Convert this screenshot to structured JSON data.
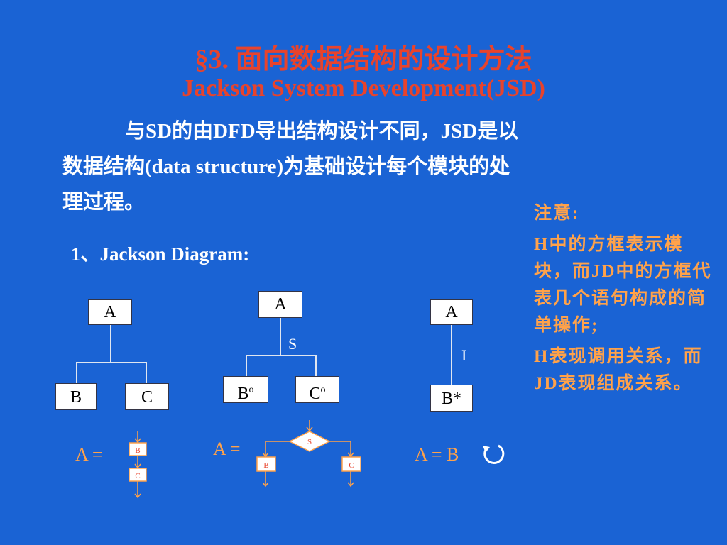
{
  "title": {
    "line1": "§3. 面向数据结构的设计方法",
    "line2": "Jackson System Development(JSD)"
  },
  "intro": {
    "line1": "与SD的由DFD导出结构设计不同，JSD是以",
    "line2": "数据结构(data structure)为基础设计每个模块的处",
    "line3": "理过程。"
  },
  "section_label": "1、Jackson Diagram:",
  "diagram1": {
    "root": "A",
    "left": "B",
    "right": "C",
    "eq": "A =",
    "flow_b": "B",
    "flow_c": "C"
  },
  "diagram2": {
    "root": "A",
    "sel": "S",
    "left": "B",
    "left_sup": "o",
    "right": "C",
    "right_sup": "o",
    "eq": "A =",
    "flow_s": "S",
    "flow_b": "B",
    "flow_c": "C"
  },
  "diagram3": {
    "root": "A",
    "iter": "I",
    "child": "B*",
    "eq": "A = B",
    "loop_icon": "loop-arrow-icon"
  },
  "note": {
    "heading": "注意:",
    "p1": "H中的方框表示模块，而JD中的方框代表几个语句构成的简单操作;",
    "p2": "H表现调用关系，而JD表现组成关系。"
  },
  "colors": {
    "background": "#1a63d4",
    "title": "#e8432c",
    "note": "#ffa24a",
    "text": "#ffffff"
  }
}
